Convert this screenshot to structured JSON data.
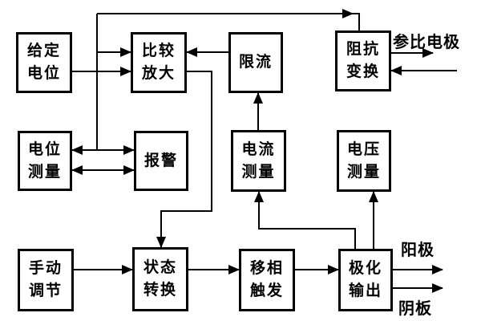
{
  "diagram": {
    "background_color": "#ffffff",
    "line_color": "#000000",
    "nodes": {
      "given_potential": {
        "label": "给定\n电位"
      },
      "compare_amplify": {
        "label": "比较\n放大"
      },
      "current_limit": {
        "label": "限流"
      },
      "impedance_transform": {
        "label": "阻抗\n变换"
      },
      "potential_measure": {
        "label": "电位\n测量"
      },
      "alarm": {
        "label": "报警"
      },
      "current_measure": {
        "label": "电流\n测量"
      },
      "voltage_measure": {
        "label": "电压\n测量"
      },
      "manual_adjust": {
        "label": "手动\n调节"
      },
      "state_transition": {
        "label": "状态\n转换"
      },
      "phase_shift_trigger": {
        "label": "移相\n触发"
      },
      "polarization_output": {
        "label": "极化\n输出"
      }
    },
    "external_labels": {
      "reference_electrode": "参比电极",
      "anode": "阳极",
      "cathode_plate": "阴板"
    },
    "edges": [
      {
        "from": "given_potential",
        "to": "compare_amplify",
        "direction": "one-way"
      },
      {
        "from": "potential_measure",
        "to": "compare_amplify",
        "direction": "one-way"
      },
      {
        "from": "potential_measure",
        "to": "impedance_transform",
        "direction": "one-way"
      },
      {
        "from": "current_limit",
        "to": "compare_amplify",
        "direction": "one-way"
      },
      {
        "from": "compare_amplify",
        "to": "state_transition",
        "direction": "one-way"
      },
      {
        "from": "potential_measure",
        "to": "alarm",
        "direction": "two-way"
      },
      {
        "from": "potential_measure",
        "to": "alarm",
        "direction": "two-way"
      },
      {
        "from": "current_measure",
        "to": "current_limit",
        "direction": "one-way"
      },
      {
        "from": "polarization_output",
        "to": "current_measure",
        "direction": "one-way"
      },
      {
        "from": "polarization_output",
        "to": "voltage_measure",
        "direction": "one-way"
      },
      {
        "from": "manual_adjust",
        "to": "state_transition",
        "direction": "one-way"
      },
      {
        "from": "state_transition",
        "to": "phase_shift_trigger",
        "direction": "one-way"
      },
      {
        "from": "phase_shift_trigger",
        "to": "polarization_output",
        "direction": "one-way"
      },
      {
        "from": "impedance_transform",
        "to": "reference_electrode",
        "direction": "one-way"
      },
      {
        "from": "reference_electrode",
        "to": "impedance_transform",
        "direction": "one-way"
      },
      {
        "from": "polarization_output",
        "to": "anode",
        "direction": "one-way"
      },
      {
        "from": "polarization_output",
        "to": "cathode_plate",
        "direction": "one-way"
      }
    ]
  }
}
